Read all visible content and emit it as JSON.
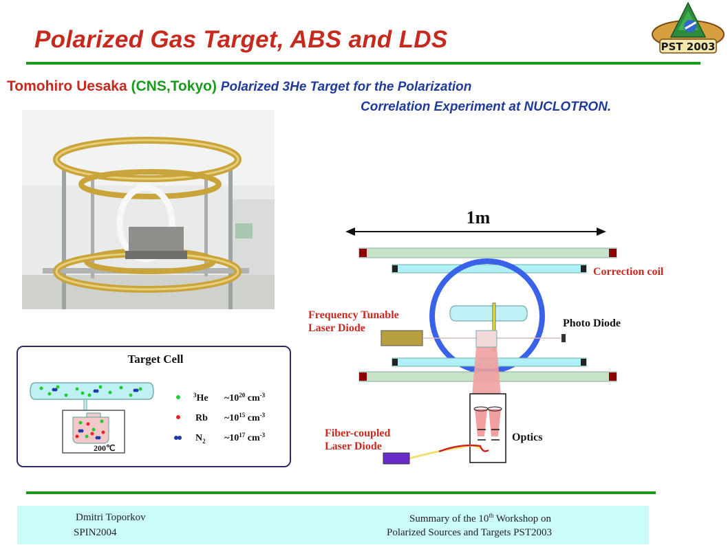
{
  "slide": {
    "title": "Polarized Gas Target, ABS and LDS",
    "author_name": "Tomohiro Uesaka",
    "author_institution": "(CNS,Tokyo)",
    "talk_title_line1": "Polarized 3He Target for the Polarization",
    "talk_title_line2": "Correlation Experiment at NUCLOTRON."
  },
  "logo": {
    "text": "PST 2003"
  },
  "target_cell": {
    "heading": "Target Cell",
    "temperature": "200℃",
    "species": [
      {
        "symbol": "He",
        "mass": "3",
        "sub": "",
        "approx": "~10",
        "exp": "20",
        "unit": " cm",
        "unit_exp": "-3",
        "color": "#22cc33"
      },
      {
        "symbol": "Rb",
        "mass": "",
        "sub": "",
        "approx": "~10",
        "exp": "15",
        "unit": " cm",
        "unit_exp": "-3",
        "color": "#ee2222"
      },
      {
        "symbol": "N",
        "mass": "",
        "sub": "2",
        "approx": "~10",
        "exp": "17",
        "unit": " cm",
        "unit_exp": "-3",
        "color": "#1f3aaa"
      }
    ]
  },
  "schematic": {
    "scale": "1m",
    "correction_coil": "Correction coil",
    "laser_line1": "Frequency Tunable",
    "laser_line2": "Laser Diode",
    "photo_diode": "Photo Diode",
    "fiber_line1": "Fiber-coupled",
    "fiber_line2": "Laser Diode",
    "optics": "Optics"
  },
  "footer": {
    "left_line1": "Dmitri Toporkov",
    "left_line2": "SPIN2004",
    "right_line1": "Summary of the 10",
    "right_sup": "th",
    "right_line1b": "  Workshop on",
    "right_line2": "Polarized Sources and Targets PST2003"
  },
  "colors": {
    "title": "#c62a1f",
    "rule": "#1a9a1a",
    "talk": "#1f3a9a",
    "schematic_labels": "#c62a1f",
    "footer_bg": "#ccfbfb"
  }
}
